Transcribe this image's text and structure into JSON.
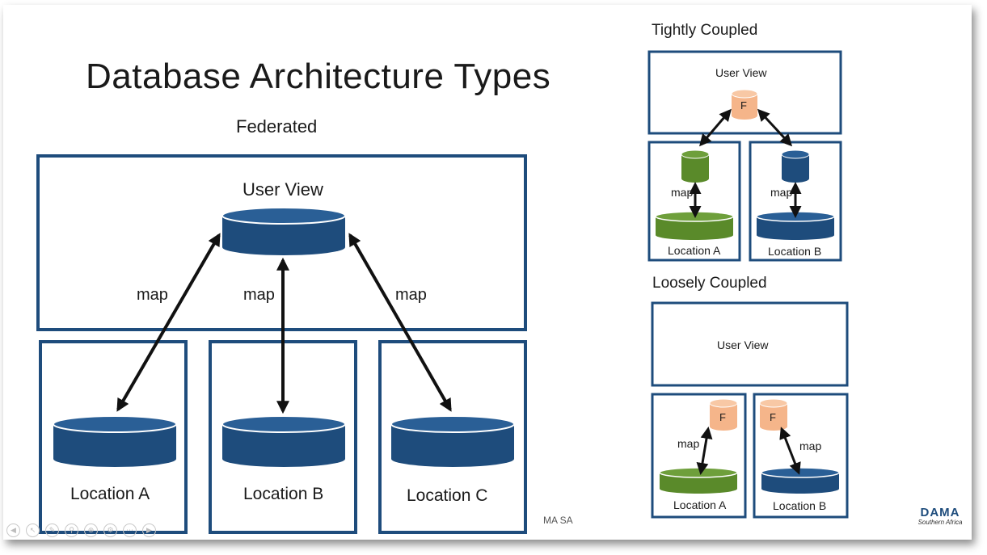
{
  "slide": {
    "title": "Database Architecture Types",
    "footer_text": "MA SA"
  },
  "federated": {
    "label": "Federated",
    "user_view": "User View",
    "map_label": "map",
    "locations": [
      "Location A",
      "Location B",
      "Location C"
    ]
  },
  "tightly": {
    "label": "Tightly Coupled",
    "user_view": "User View",
    "federation_label": "F",
    "map_label": "map",
    "locations": [
      "Location A",
      "Location B"
    ]
  },
  "loosely": {
    "label": "Loosely Coupled",
    "user_view": "User View",
    "federation_label": "F",
    "map_label": "map",
    "locations": [
      "Location A",
      "Location B"
    ]
  },
  "logo": {
    "name": "DAMA",
    "tagline": "Southern Africa"
  },
  "navigation": {
    "icons": [
      "prev-icon",
      "pointer-icon",
      "pen-icon",
      "link-icon",
      "zoom-icon",
      "options-icon",
      "more-icon",
      "next-icon"
    ]
  },
  "colors": {
    "border": "#1e4c7c",
    "db_blue": "#1e4c7c",
    "db_green": "#5a8a2a",
    "db_orange": "#f5b58a"
  }
}
